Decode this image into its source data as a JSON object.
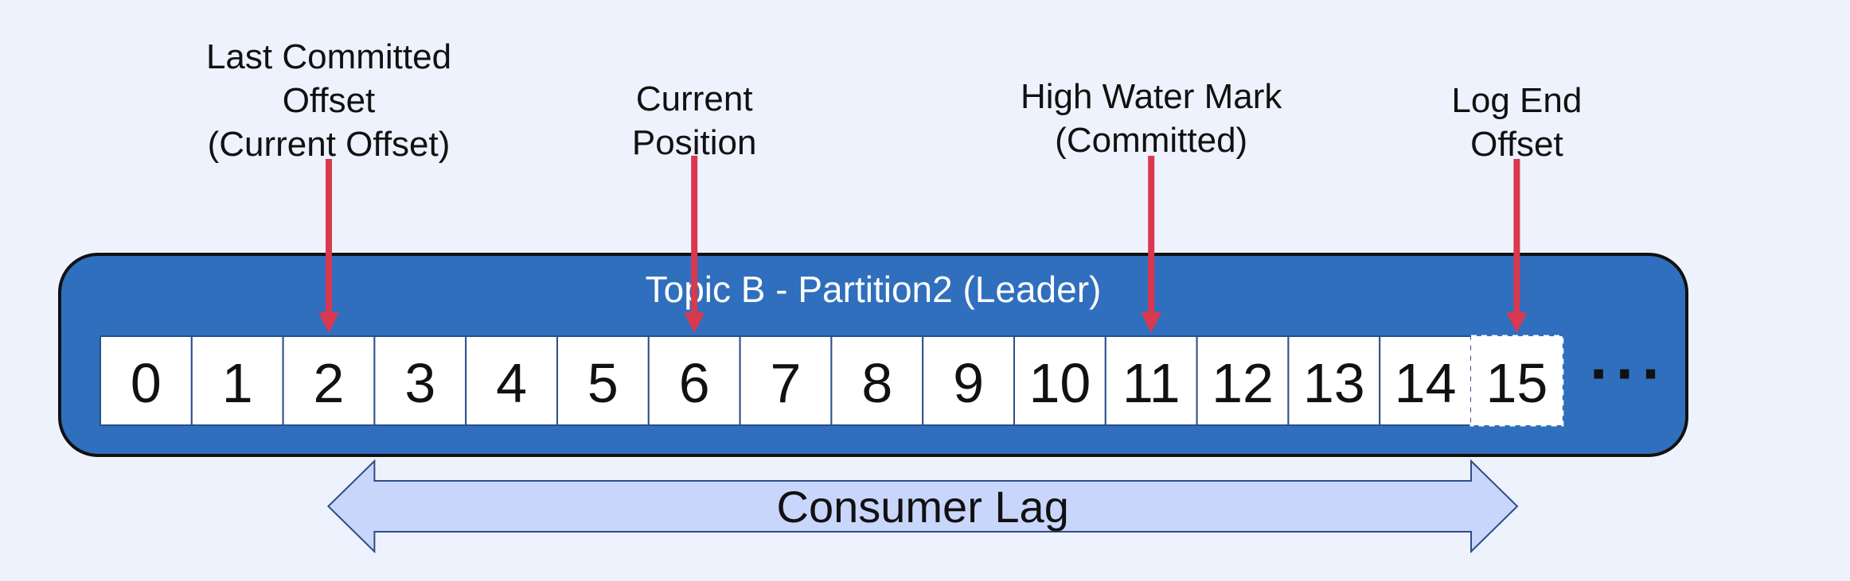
{
  "partition": {
    "title": "Topic B - Partition2 (Leader)",
    "offsets": [
      "0",
      "1",
      "2",
      "3",
      "4",
      "5",
      "6",
      "7",
      "8",
      "9",
      "10",
      "11",
      "12",
      "13",
      "14",
      "15"
    ],
    "pending_offset": "15",
    "ellipsis": "···"
  },
  "markers": [
    {
      "id": "last-committed-offset",
      "lines": [
        "Last Committed",
        "Offset",
        "(Current Offset)"
      ],
      "points_to": "2"
    },
    {
      "id": "current-position",
      "lines": [
        "Current",
        "Position"
      ],
      "points_to": "6"
    },
    {
      "id": "high-water-mark",
      "lines": [
        "High Water Mark",
        "(Committed)"
      ],
      "points_to": "11"
    },
    {
      "id": "log-end-offset",
      "lines": [
        "Log End",
        "Offset"
      ],
      "points_to": "15"
    }
  ],
  "consumer_lag": {
    "label": "Consumer Lag",
    "from": "3",
    "to": "14"
  },
  "colors": {
    "background": "#eef2fd",
    "partition_fill": "#2f6fbd",
    "partition_stroke": "#111111",
    "cell_fill": "#ffffff",
    "cell_stroke": "#2a4f8a",
    "marker_arrow": "#d9384f",
    "lag_fill": "#c9d6fb",
    "lag_stroke": "#2d4d86",
    "text": "#111111",
    "title_text": "#ffffff"
  }
}
